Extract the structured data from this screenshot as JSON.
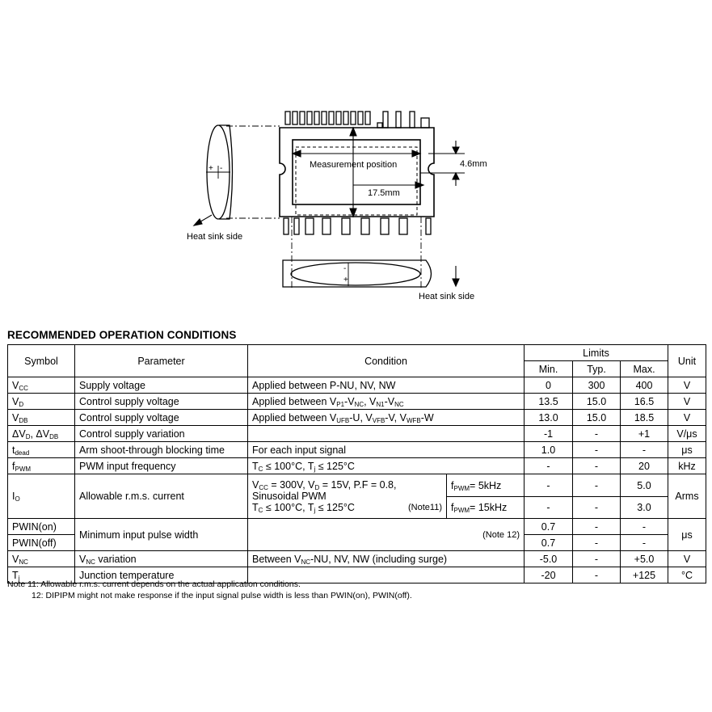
{
  "diagram": {
    "measurement_label": "Measurement position",
    "dim_17_5": "17.5mm",
    "dim_4_6": "4.6mm",
    "heat_sink_left": "Heat sink side",
    "heat_sink_bottom": "Heat sink side",
    "minus": "-",
    "plus": "+"
  },
  "section_title": "RECOMMENDED OPERATION CONDITIONS",
  "table": {
    "headers": {
      "symbol": "Symbol",
      "parameter": "Parameter",
      "condition": "Condition",
      "limits": "Limits",
      "min": "Min.",
      "typ": "Typ.",
      "max": "Max.",
      "unit": "Unit"
    },
    "rows": {
      "vcc": {
        "sym": "V",
        "sub": "CC",
        "param": "Supply voltage",
        "cond": "Applied between P-NU, NV, NW",
        "min": "0",
        "typ": "300",
        "max": "400",
        "unit": "V"
      },
      "vd": {
        "sym": "V",
        "sub": "D",
        "param": "Control supply voltage",
        "cond_a": "Applied between V",
        "cond_sub1": "P1",
        "cond_b": "-V",
        "cond_sub2": "NC",
        "cond_c": ", V",
        "cond_sub3": "N1",
        "cond_d": "-V",
        "cond_sub4": "NC",
        "min": "13.5",
        "typ": "15.0",
        "max": "16.5",
        "unit": "V"
      },
      "vdb": {
        "sym": "V",
        "sub": "DB",
        "param": "Control supply voltage",
        "cond_a": "Applied between V",
        "cond_sub1": "UFB",
        "cond_b": "-U, V",
        "cond_sub2": "VFB",
        "cond_c": "-V, V",
        "cond_sub3": "WFB",
        "cond_d": "-W",
        "min": "13.0",
        "typ": "15.0",
        "max": "18.5",
        "unit": "V"
      },
      "dv": {
        "sym_a": "ΔV",
        "sub_a": "D",
        "sym_b": ", ΔV",
        "sub_b": "DB",
        "param": "Control supply variation",
        "cond": "",
        "min": "-1",
        "typ": "-",
        "max": "+1",
        "unit": "V/μs"
      },
      "tdead": {
        "sym": "t",
        "sub": "dead",
        "param": "Arm shoot-through blocking time",
        "cond": "For each input signal",
        "min": "1.0",
        "typ": "-",
        "max": "-",
        "unit": "μs"
      },
      "fpwm": {
        "sym": "f",
        "sub": "PWM",
        "param": "PWM input frequency",
        "cond_a": "T",
        "cond_sub1": "C",
        "cond_b": " ≤ 100°C, T",
        "cond_sub2": "j",
        "cond_c": " ≤ 125°C",
        "min": "-",
        "typ": "-",
        "max": "20",
        "unit": "kHz"
      },
      "io": {
        "sym": "I",
        "sub": "O",
        "param": "Allowable r.m.s. current",
        "line1_a": "V",
        "line1_sub1": "CC",
        "line1_b": " = 300V, V",
        "line1_sub2": "D",
        "line1_c": " = 15V, P.F = 0.8,",
        "line2": "Sinusoidal PWM",
        "line3_a": "T",
        "line3_sub1": "C",
        "line3_b": " ≤ 100°C, T",
        "line3_sub2": "j",
        "line3_c": " ≤ 125°C",
        "note": "(Note11)",
        "sub5_a": "f",
        "sub5_sub": "PWM",
        "sub5_b": "= 5kHz",
        "sub15_a": "f",
        "sub15_sub": "PWM",
        "sub15_b": "= 15kHz",
        "min5": "-",
        "typ5": "-",
        "max5": "5.0",
        "min15": "-",
        "typ15": "-",
        "max15": "3.0",
        "unit": "Arms"
      },
      "pwin": {
        "sym_on": "PWIN(on)",
        "sym_off": "PWIN(off)",
        "param": "Minimum input pulse width",
        "note": "(Note 12)",
        "min_on": "0.7",
        "typ_on": "-",
        "max_on": "-",
        "min_off": "0.7",
        "typ_off": "-",
        "max_off": "-",
        "unit": "μs"
      },
      "vnc": {
        "sym": "V",
        "sub": "NC",
        "param_a": "V",
        "param_sub": "NC",
        "param_b": " variation",
        "cond_a": "Between V",
        "cond_sub": "NC",
        "cond_b": "-NU, NV, NW (including surge)",
        "min": "-5.0",
        "typ": "-",
        "max": "+5.0",
        "unit": "V"
      },
      "tj": {
        "sym": "T",
        "sub": "j",
        "param": "Junction temperature",
        "cond": "",
        "min": "-20",
        "typ": "-",
        "max": "+125",
        "unit": "°C"
      }
    }
  },
  "notes": {
    "note11": "Note 11: Allowable r.m.s. current depends on the actual application conditions.",
    "note12": "12: DIPIPM might not make response if the input signal pulse width is less than PWIN(on), PWIN(off)."
  }
}
